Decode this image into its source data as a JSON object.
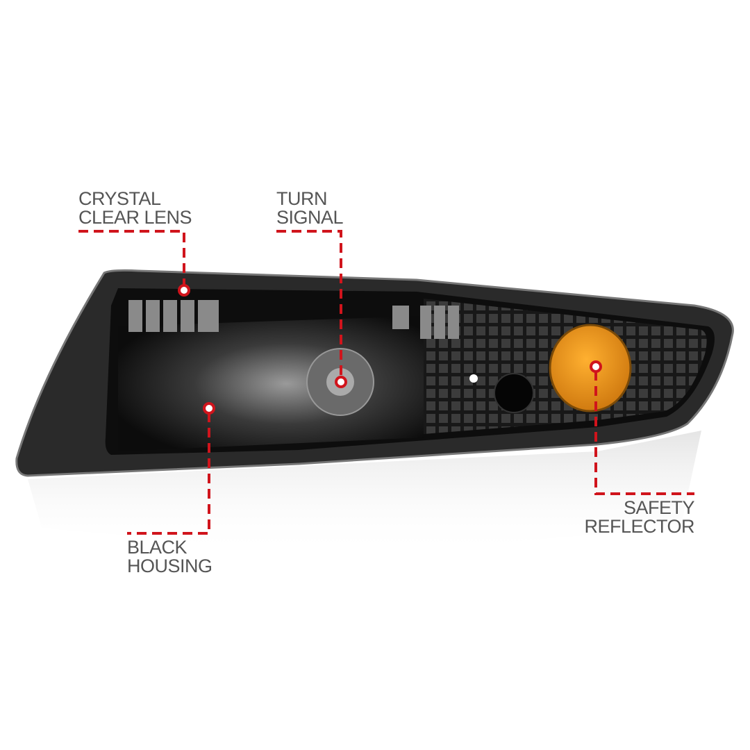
{
  "callouts": {
    "crystal_clear_lens": {
      "line1": "CRYSTAL",
      "line2": "CLEAR LENS"
    },
    "turn_signal": {
      "line1": "TURN",
      "line2": "SIGNAL"
    },
    "black_housing": {
      "line1": "BLACK",
      "line2": "HOUSING"
    },
    "safety_reflector": {
      "line1": "SAFETY",
      "line2": "REFLECTOR"
    }
  },
  "colors": {
    "callout_line": "#d0141c",
    "label_text": "#555555",
    "reflector": "#f0a020",
    "housing": "#111111"
  }
}
